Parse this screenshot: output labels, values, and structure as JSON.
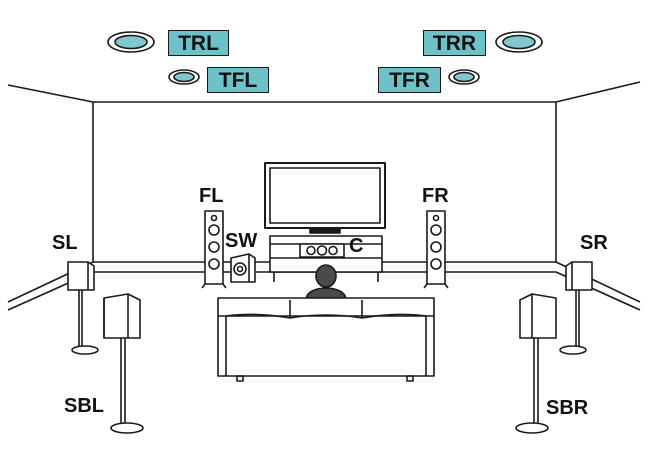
{
  "colors": {
    "tag_fill": "#6cc2c8",
    "ceiling_speaker": "#7fc8cf",
    "outline": "#1a1a1a",
    "background": "#ffffff"
  },
  "ceiling_labels": {
    "trl": "TRL",
    "trr": "TRR",
    "tfl": "TFL",
    "tfr": "TFR"
  },
  "speaker_labels": {
    "fl": "FL",
    "fr": "FR",
    "sw": "SW",
    "c": "C",
    "sl": "SL",
    "sr": "SR",
    "sbl": "SBL",
    "sbr": "SBR"
  },
  "icons": [
    "ceiling-speaker-icon",
    "tower-speaker-icon",
    "subwoofer-icon",
    "center-speaker-icon",
    "stand-speaker-icon",
    "tv-icon",
    "sofa-icon",
    "listener-icon"
  ]
}
